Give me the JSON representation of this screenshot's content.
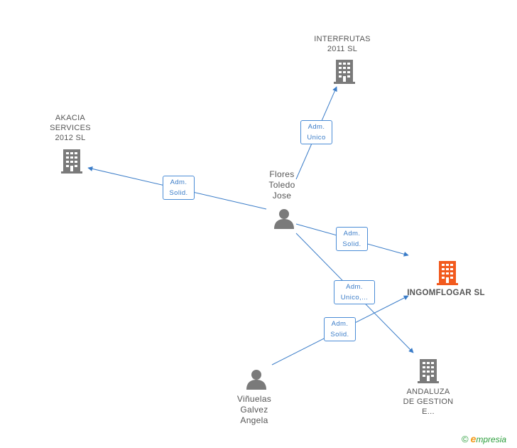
{
  "colors": {
    "edge": "#3a7cc8",
    "company_icon": "#7a7a7a",
    "company_icon_focus": "#f25a1e",
    "person_icon": "#7a7a7a"
  },
  "nodes": {
    "interfrutas": {
      "lines": [
        "INTERFRUTAS",
        "2011 SL"
      ],
      "icon": "building-icon"
    },
    "akacia": {
      "lines": [
        "AKACIA",
        "SERVICES",
        "2012 SL"
      ],
      "icon": "building-icon"
    },
    "flores": {
      "lines": [
        "Flores",
        "Toledo",
        "Jose"
      ],
      "icon": "person-icon"
    },
    "ingomflogar": {
      "lines": [
        "INGOMFLOGAR SL"
      ],
      "icon": "building-icon"
    },
    "andaluza": {
      "lines": [
        "ANDALUZA",
        "DE GESTION",
        "E..."
      ],
      "icon": "building-icon"
    },
    "vinuelas": {
      "lines": [
        "Viñuelas",
        "Galvez",
        "Angela"
      ],
      "icon": "person-icon"
    }
  },
  "relations": {
    "r1": {
      "lines": [
        "Adm.",
        "Unico"
      ]
    },
    "r2": {
      "lines": [
        "Adm.",
        "Solid."
      ]
    },
    "r3": {
      "lines": [
        "Adm.",
        "Solid."
      ]
    },
    "r4": {
      "lines": [
        "Adm.",
        "Unico,..."
      ]
    },
    "r5": {
      "lines": [
        "Adm.",
        "Solid."
      ]
    }
  },
  "brand": {
    "copyright": "©",
    "first_letter": "e",
    "name": "mpresia"
  }
}
